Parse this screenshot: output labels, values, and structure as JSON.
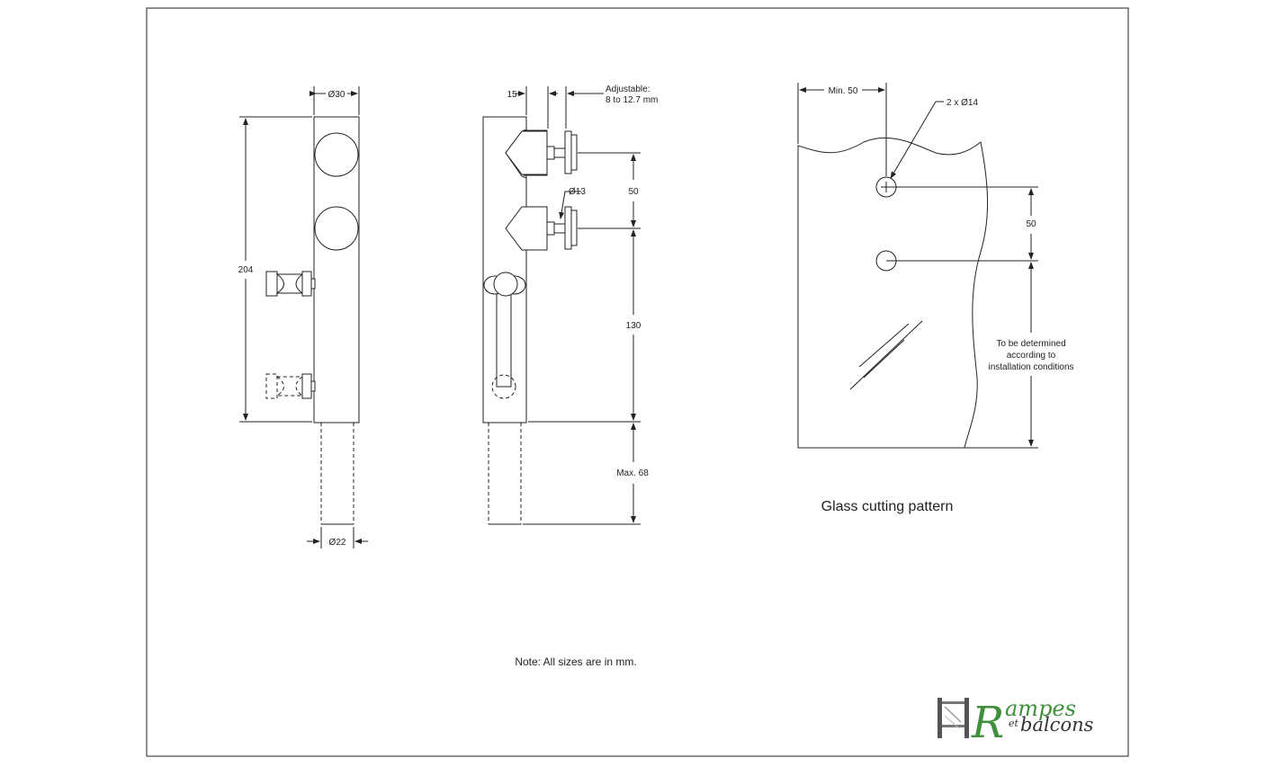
{
  "dimensions": {
    "left_top_diameter": "Ø30",
    "left_height": "204",
    "left_bottom_diameter": "Ø22",
    "middle_offset": "15",
    "adjustable_line1": "Adjustable:",
    "adjustable_line2": "8 to 12.7 mm",
    "bolt_diameter": "Ø13",
    "spacing_50": "50",
    "spacing_130": "130",
    "max_depth": "Max. 68",
    "glass_min": "Min. 50",
    "holes": "2 x Ø14",
    "glass_spacing": "50",
    "glass_note_line1": "To be determined",
    "glass_note_line2": "according to",
    "glass_note_line3": "installation conditions"
  },
  "labels": {
    "glass_title": "Glass cutting pattern",
    "units_note": "Note: All sizes are in mm."
  },
  "logo": {
    "initial": "R",
    "word1": "ampes",
    "small": "et",
    "word2": "balcons",
    "brand_color": "#3f8f3c"
  }
}
